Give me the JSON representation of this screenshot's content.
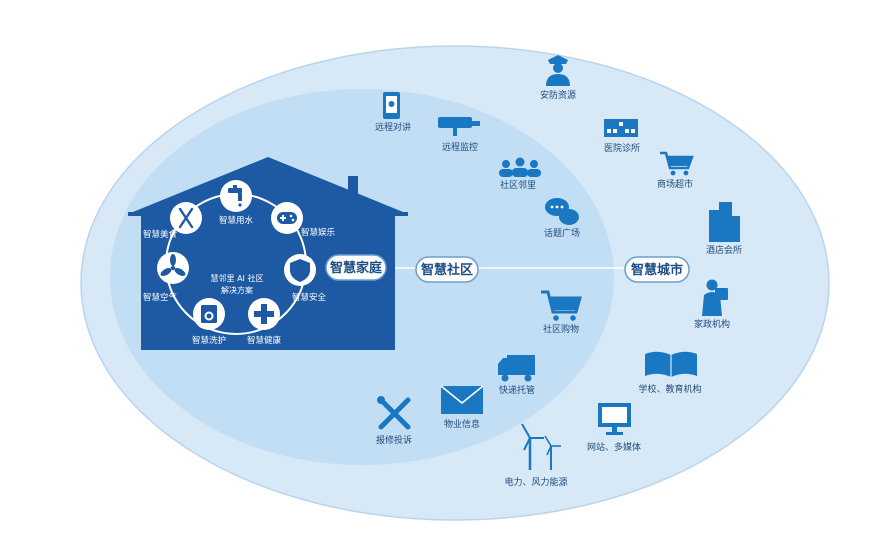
{
  "hubs": {
    "home": "智慧家庭",
    "community": "智慧社区",
    "city": "智慧城市"
  },
  "home_center": {
    "line1": "慧邻里 AI 社区",
    "line2": "解决方案"
  },
  "home_items": {
    "water": "智慧用水",
    "food": "智慧美食",
    "entertainment": "智慧娱乐",
    "air": "智慧空气",
    "security": "智慧安全",
    "laundry": "智慧洗护",
    "health": "智慧健康"
  },
  "community_items": {
    "intercom": "远程对讲",
    "monitor": "远程监控",
    "neighbors": "社区邻里",
    "forum": "话题广场",
    "shopping": "社区购物",
    "courier": "快递托管",
    "property": "物业信息",
    "repair": "报修投诉"
  },
  "city_items": {
    "security": "安防资源",
    "hospital": "医院诊所",
    "mall": "商场超市",
    "hotel": "酒店会所",
    "housekeeping": "家政机构",
    "school": "学校、教育机构",
    "media": "网站、多媒体",
    "energy": "电力、风力能源"
  },
  "colors": {
    "outer_ellipse": "#d7e8f7",
    "inner_ellipse": "#c2def4",
    "house": "#1d5aa3",
    "icon": "#1a78c2",
    "pill_border": "#6b9fd0"
  }
}
